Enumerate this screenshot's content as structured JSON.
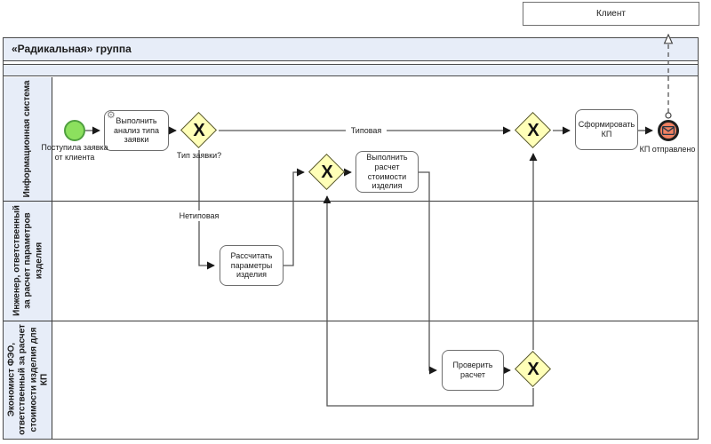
{
  "client": {
    "label": "Клиент"
  },
  "pool": {
    "title": "«Радикальная» группа",
    "lanes": [
      {
        "label": "Информационная система"
      },
      {
        "label": "Инженер, ответственный за расчет параметров изделия"
      },
      {
        "label": "Экономист ФЭО, ответственный за расчет стоимости изделия для КП"
      }
    ]
  },
  "process": {
    "start_event": {
      "label": "Поступила заявка от клиента"
    },
    "task_analyze": {
      "label": "Выполнить анализ типа заявки"
    },
    "gateway_request_type": {
      "label": "Тип заявки?"
    },
    "flow_typical": {
      "label": "Типовая"
    },
    "flow_atypical": {
      "label": "Нетиповая"
    },
    "task_calc_params": {
      "label": "Рассчитать параметры изделия"
    },
    "task_calc_cost": {
      "label": "Выполнить расчет стоимости изделия"
    },
    "task_check_calc": {
      "label": "Проверить расчет"
    },
    "task_form_proposal": {
      "label": "Сформировать КП"
    },
    "end_event": {
      "label": "КП отправлено"
    },
    "gateway_symbol": "X",
    "gear_icon": "⚙"
  },
  "colors": {
    "lane_fill": "#e7edf8",
    "gateway_fill": "#ffffb8",
    "start_event_fill": "#8ce05e",
    "start_event_border": "#4f9f3f",
    "end_event_fill": "#f08162",
    "end_event_border": "#1f1f1f"
  }
}
